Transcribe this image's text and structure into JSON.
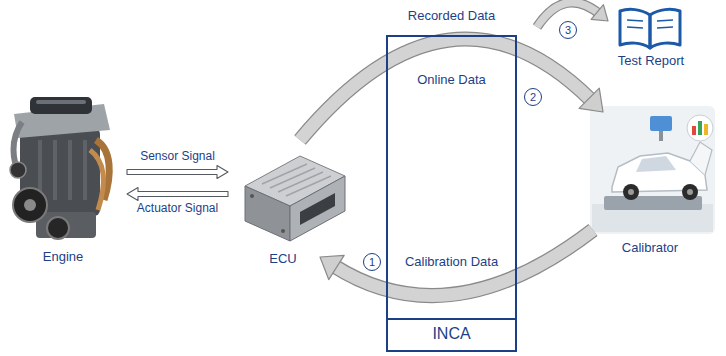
{
  "diagram": {
    "nodes": [
      {
        "text": [
          "Engine"
        ]
      },
      {
        "text": [
          "ECU"
        ]
      },
      {
        "text": [
          "Recorded Data",
          "Online Data",
          "Calibration Data",
          "INCA"
        ]
      },
      {
        "text": [
          "Test Report"
        ]
      },
      {
        "text": [
          "Calibrator"
        ]
      }
    ],
    "edges": [
      {
        "from": 0,
        "to": 1,
        "label": "Sensor Signal",
        "arrow": "to"
      },
      {
        "from": 1,
        "to": 0,
        "label": "Actuator Signal",
        "arrow": "to"
      },
      {
        "from": 1,
        "to": 4,
        "arrow": "to"
      },
      {
        "from": 4,
        "to": 1,
        "arrow": "to"
      },
      {
        "from": 2,
        "to": 3,
        "arrow": "to"
      }
    ],
    "labels": [
      "1",
      "2",
      "3"
    ]
  }
}
